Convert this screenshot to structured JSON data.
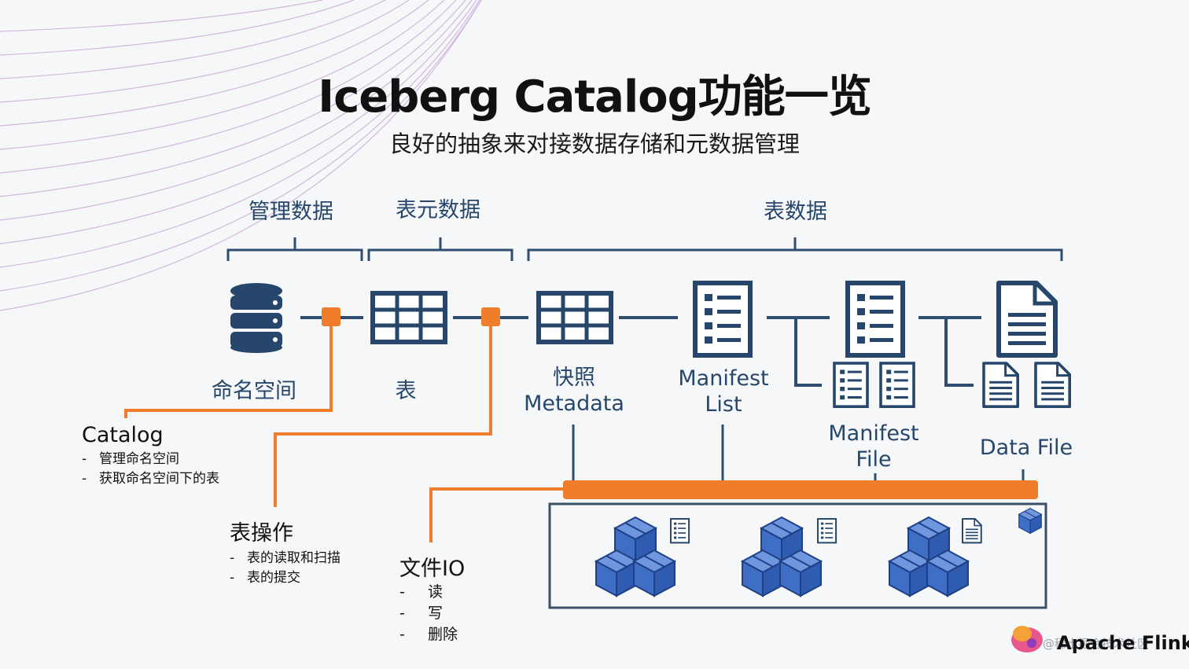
{
  "header": {
    "title": "Iceberg Catalog功能一览",
    "subtitle": "良好的抽象来对接数据存储和元数据管理"
  },
  "groups": {
    "mgmt": "管理数据",
    "table_meta": "表元数据",
    "table_data": "表数据"
  },
  "nodes": {
    "namespace": "命名空间",
    "table": "表",
    "snapshot_cn": "快照",
    "snapshot_en": "Metadata",
    "manifest_list_1": "Manifest",
    "manifest_list_2": "List",
    "manifest_file_1": "Manifest",
    "manifest_file_2": "File",
    "data_file": "Data File"
  },
  "catalog": {
    "title": "Catalog",
    "items": [
      "管理命名空间",
      "获取命名空间下的表"
    ]
  },
  "table_ops": {
    "title": "表操作",
    "items": [
      "表的读取和扫描",
      "表的提交"
    ]
  },
  "file_io": {
    "title": "文件IO",
    "items": [
      "读",
      "写",
      "删除"
    ]
  },
  "brand": {
    "name": "Apache Flink",
    "watermark": "@稀土掘金技术社区"
  },
  "colors": {
    "icon_blue": "#26476b",
    "accent_orange": "#ef7d2c",
    "cube_blue": "#3f6fc4",
    "text_dark": "#111111"
  },
  "icons": [
    "database-icon",
    "table-grid-icon",
    "list-document-icon",
    "text-document-icon",
    "stacked-cubes-icon"
  ]
}
